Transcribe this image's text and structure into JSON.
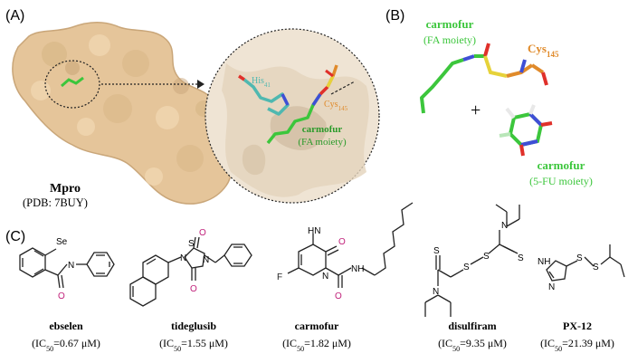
{
  "panels": {
    "a": {
      "label": "(A)",
      "protein_name": "Mpro",
      "pdb": "(PDB: 7BUY)",
      "zoom": {
        "his": "His",
        "his_sub": "41",
        "cys": "Cys",
        "cys_sub": "145",
        "ligand_name": "carmofur",
        "ligand_moiety": "(FA moiety)"
      }
    },
    "b": {
      "label": "(B)",
      "fa_name": "carmofur",
      "fa_moiety": "(FA moiety)",
      "cys": "Cys",
      "cys_sub": "145",
      "plus": "+",
      "fu_name": "carmofur",
      "fu_moiety": "(5-FU moiety)"
    },
    "c": {
      "label": "(C)",
      "compounds": [
        {
          "name": "ebselen",
          "ic_prefix": "(IC",
          "ic_sub": "50",
          "ic_value": "=0.67 μM)"
        },
        {
          "name": "tideglusib",
          "ic_prefix": "(IC",
          "ic_sub": "50",
          "ic_value": "=1.55 μM)"
        },
        {
          "name": "carmofur",
          "ic_prefix": "(IC",
          "ic_sub": "50",
          "ic_value": "=1.82 μM)"
        },
        {
          "name": "disulfiram",
          "ic_prefix": "(IC",
          "ic_sub": "50",
          "ic_value": "=9.35 μM)"
        },
        {
          "name": "PX-12",
          "ic_prefix": "(IC",
          "ic_sub": "50",
          "ic_value": "=21.39 μM)"
        }
      ],
      "atoms": {
        "se": "Se",
        "n": "N",
        "o": "O",
        "s": "S",
        "f": "F",
        "h": "H",
        "nh": "NH"
      }
    }
  },
  "colors": {
    "protein": "#e5c59a",
    "protein_dark": "#c9a679",
    "zoom_bg": "#efe4d4",
    "ligand_green": "#3cc63c",
    "his_teal": "#4fb8b0",
    "cys_orange": "#e08a2a",
    "sulfur_yellow": "#e6d23a",
    "nitrogen_blue": "#3f4fd6",
    "oxygen_red": "#e0302a",
    "heteroatom_magenta": "#c0207a"
  }
}
